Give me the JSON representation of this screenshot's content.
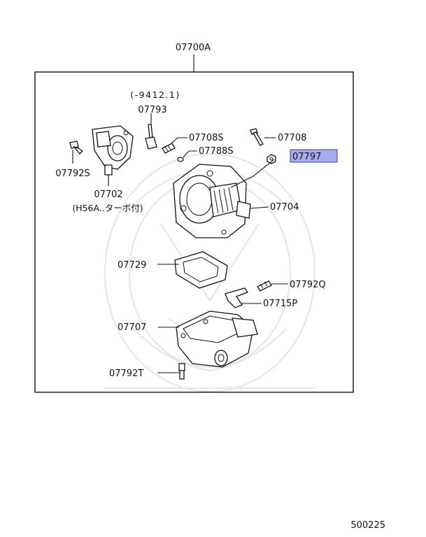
{
  "diagram": {
    "assembly_label": "07700A",
    "note_date": "(-9412.1)",
    "note_model": "(H56A..ターボ付)",
    "footer_code": "500225",
    "highlight_color": "#a9a9ee",
    "parts": [
      {
        "id": "p0",
        "number": "07793"
      },
      {
        "id": "p1",
        "number": "07708S"
      },
      {
        "id": "p2",
        "number": "07708"
      },
      {
        "id": "p3",
        "number": "07788S"
      },
      {
        "id": "p4",
        "number": "07797",
        "highlighted": true
      },
      {
        "id": "p5",
        "number": "07792S"
      },
      {
        "id": "p6",
        "number": "07702"
      },
      {
        "id": "p7",
        "number": "07704"
      },
      {
        "id": "p8",
        "number": "07729"
      },
      {
        "id": "p9",
        "number": "07792Q"
      },
      {
        "id": "p10",
        "number": "07715P"
      },
      {
        "id": "p11",
        "number": "07707"
      },
      {
        "id": "p12",
        "number": "07792T"
      }
    ]
  }
}
